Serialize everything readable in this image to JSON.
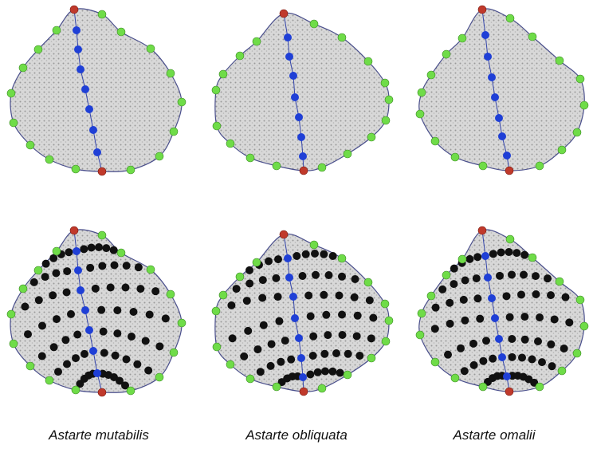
{
  "colors": {
    "background": "#ffffff",
    "shell_fill": "#d6d6d6",
    "shell_outline": "#4a4f8c",
    "midline": "#3344aa",
    "landmark_endpoint": "#c0392b",
    "landmark_midline": "#1f3fd6",
    "landmark_outline": "#6fdc48",
    "landmark_semilandmark": "#111111"
  },
  "species": [
    {
      "name": "Astarte mutabilis"
    },
    {
      "name": "Astarte obliquata"
    },
    {
      "name": "Astarte omalii"
    }
  ],
  "rows": [
    {
      "landmark_types": [
        "endpoint",
        "midline",
        "outline"
      ]
    },
    {
      "landmark_types": [
        "endpoint",
        "midline",
        "outline",
        "semilandmark"
      ]
    }
  ]
}
